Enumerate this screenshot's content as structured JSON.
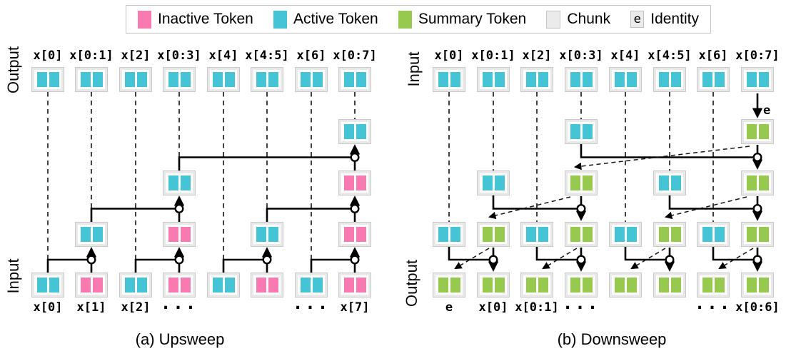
{
  "legend": {
    "items": [
      {
        "label": "Inactive Token",
        "swatch": "inactive"
      },
      {
        "label": "Active Token",
        "swatch": "active"
      },
      {
        "label": "Summary Token",
        "swatch": "summary"
      },
      {
        "label": "Chunk",
        "swatch": "chunk"
      },
      {
        "label": "Identity",
        "symbol": "e",
        "swatch": "identity"
      }
    ]
  },
  "colors": {
    "inactive": "#f97ab1",
    "active": "#45c4d6",
    "summary": "#98c94f",
    "chunk_fill": "#ebebeb",
    "chunk_border": "#c6c6c6"
  },
  "panels": [
    {
      "caption": "(a) Upsweep",
      "axis_top": "Output",
      "axis_bottom": "Input",
      "top_labels": [
        "x[0]",
        "x[0:1]",
        "x[2]",
        "x[0:3]",
        "x[4]",
        "x[4:5]",
        "x[6]",
        "x[0:7]"
      ],
      "bottom_labels": [
        "x[0]",
        "x[1]",
        "x[2]",
        "···",
        "",
        "",
        "···",
        "x[7]"
      ],
      "rows": [
        [
          "active",
          "active",
          "active",
          "active",
          "active",
          "active",
          "active",
          "active"
        ],
        [
          null,
          null,
          null,
          null,
          null,
          null,
          null,
          "active"
        ],
        [
          null,
          null,
          null,
          "active",
          null,
          null,
          null,
          "inactive"
        ],
        [
          null,
          "active",
          null,
          "inactive",
          null,
          "active",
          null,
          "inactive"
        ],
        [
          "active",
          "inactive",
          "active",
          "inactive",
          "active",
          "inactive",
          "active",
          "inactive"
        ]
      ]
    },
    {
      "caption": "(b) Downsweep",
      "axis_top": "Input",
      "axis_bottom": "Output",
      "identity_label": "e",
      "top_labels": [
        "x[0]",
        "x[0:1]",
        "x[2]",
        "x[0:3]",
        "x[4]",
        "x[4:5]",
        "x[6]",
        "x[0:7]"
      ],
      "bottom_labels": [
        "e",
        "x[0]",
        "x[0:1]",
        "···",
        "",
        "",
        "···",
        "x[0:6]"
      ],
      "rows": [
        [
          "active",
          "active",
          "active",
          "active",
          "active",
          "active",
          "active",
          "active"
        ],
        [
          null,
          null,
          null,
          "active",
          null,
          null,
          null,
          "summary"
        ],
        [
          null,
          "active",
          null,
          "summary",
          null,
          "active",
          null,
          "summary"
        ],
        [
          "active",
          "summary",
          "active",
          "summary",
          "active",
          "summary",
          "active",
          "summary"
        ],
        [
          "summary",
          "summary",
          "summary",
          "summary",
          "summary",
          "summary",
          "summary",
          "summary"
        ]
      ]
    }
  ]
}
